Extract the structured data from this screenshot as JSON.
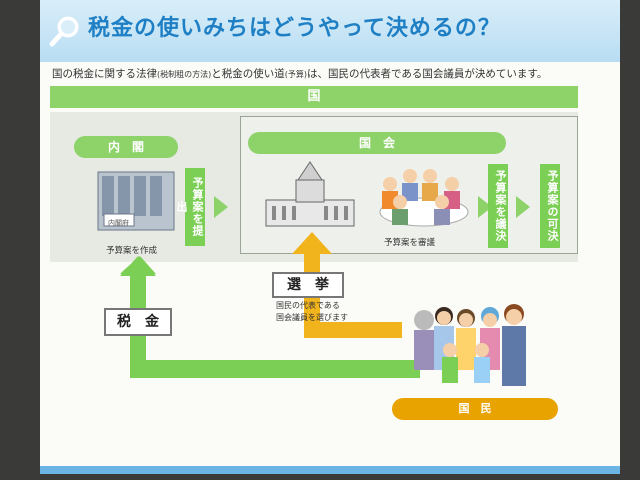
{
  "header": {
    "title": "税金の使いみちはどうやって決めるの？",
    "icon": "magnifier-icon"
  },
  "lead": {
    "part1": "国の税金に関する法律",
    "paren1": "(税制租の方法)",
    "part2": "と税金の使い道",
    "paren2": "(予算)",
    "part3": "は、国民の代表者である国会議員が決めています。"
  },
  "bands": {
    "country": "国",
    "cabinet": "内　閣",
    "diet": "国　会",
    "citizens": "国　民"
  },
  "steps": {
    "submit_budget": "予算案を提出",
    "vote_budget": "予算案を議決",
    "pass_budget": "予算案の可決"
  },
  "captions": {
    "draft_budget": "予算案を作成",
    "deliberate_budget": "予算案を審議",
    "building_plate": "内閣府"
  },
  "labels": {
    "election": "選　挙",
    "tax": "税　金"
  },
  "notes": {
    "election_note_1": "国民の代表である",
    "election_note_2": "国会議員を選びます"
  },
  "colors": {
    "green": "#7ccf55",
    "orange": "#f0b000",
    "title_blue": "#1e7fc4",
    "citizens_band": "#e8a300"
  }
}
